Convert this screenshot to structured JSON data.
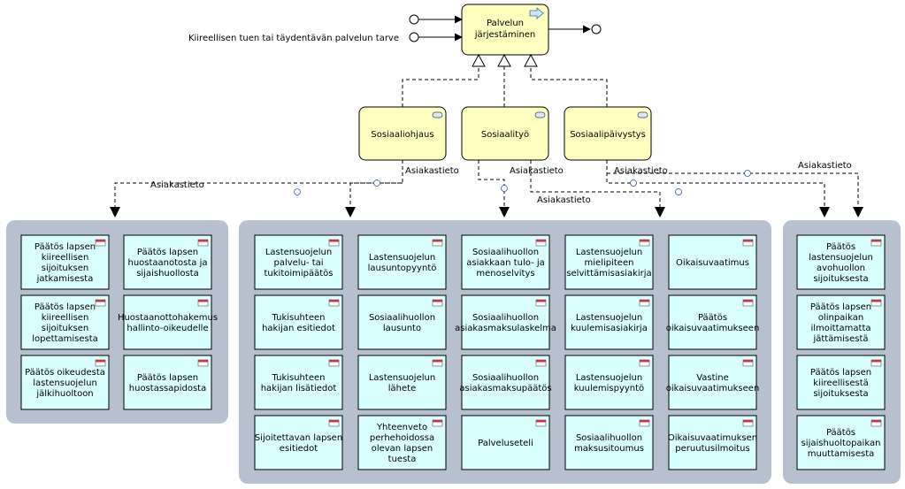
{
  "process": {
    "title_line1": "Palvelun",
    "title_line2": "järjestäminen"
  },
  "trigger_label": "Kiireellisen tuen tai täydentävän palvelun tarve",
  "services": [
    {
      "label": "Sosiaaliohjaus"
    },
    {
      "label": "Sosiaalityö"
    },
    {
      "label": "Sosiaalipäivystys"
    }
  ],
  "flow_labels": [
    "Asiakastieto",
    "Asiakastieto",
    "Asiakastieto",
    "Asiakastieto",
    "Asiakastieto",
    "Asiakastieto"
  ],
  "groups": [
    {
      "objects": [
        [
          "Päätös lapsen",
          "kiireellisen",
          "sijoituksen",
          "jatkamisesta"
        ],
        [
          "Päätös lapsen",
          "huostaanotosta ja",
          "sijaishuollosta"
        ],
        [
          "Päätös lapsen",
          "kiireellisen",
          "sijoituksen",
          "lopettamisesta"
        ],
        [
          "Huostaanottohakemus",
          "hallinto-oikeudelle"
        ],
        [
          "Päätös oikeudesta",
          "lastensuojelun",
          "jälkihuoltoon"
        ],
        [
          "Päätös lapsen",
          "huostassapidosta"
        ]
      ]
    },
    {
      "objects": [
        [
          "Lastensuojelun",
          "palvelu- tai",
          "tukitoimipäätös"
        ],
        [
          "Lastensuojelun",
          "lausuntopyyntö"
        ],
        [
          "Sosiaalihuollon",
          "asiakkaan tulo- ja",
          "menoselvitys"
        ],
        [
          "Lastensuojelun",
          "mielipiteen",
          "selvittämisasiakirja"
        ],
        [
          "Oikaisuvaatimus"
        ],
        [
          "Tukisuhteen",
          "hakijan esitiedot"
        ],
        [
          "Sosiaalihuollon",
          "lausunto"
        ],
        [
          "Sosiaalihuollon",
          "asiakasmaksulaskelma"
        ],
        [
          "Lastensuojelun",
          "kuulemisasiakirja"
        ],
        [
          "Päätös",
          "oikaisuvaatimukseen"
        ],
        [
          "Tukisuhteen",
          "hakijan lisätiedot"
        ],
        [
          "Lastensuojelun",
          "lähete"
        ],
        [
          "Sosiaalihuollon",
          "asiakasmaksupäätös"
        ],
        [
          "Lastensuojelun",
          "kuulemispyyntö"
        ],
        [
          "Vastine",
          "oikaisuvaatimukseen"
        ],
        [
          "Sijoitettavan lapsen",
          "esitiedot"
        ],
        [
          "Yhteenveto",
          "perhehoidossa",
          "olevan lapsen",
          "tuesta"
        ],
        [
          "Palveluseteli"
        ],
        [
          "Sosiaalihuollon",
          "maksusitoumus"
        ],
        [
          "Oikaisuvaatimuksen",
          "peruutusilmoitus"
        ]
      ]
    },
    {
      "objects": [
        [
          "Päätös",
          "lastensuojelun",
          "avohuollon",
          "sijoituksesta"
        ],
        [
          "Päätös lapsen",
          "olinpaikan",
          "ilmoittamatta",
          "jättämisestä"
        ],
        [
          "Päätös lapsen",
          "kiireellisestä",
          "sijoituksesta"
        ],
        [
          "Päätös",
          "sijaishuoltopaikan",
          "muuttamisesta"
        ]
      ]
    }
  ],
  "colors": {
    "process_fill": "#ffffc0",
    "object_fill": "#d9ffff",
    "group_fill": "#b7c0cf",
    "object_icon": "#cc3344",
    "line": "#000000"
  }
}
